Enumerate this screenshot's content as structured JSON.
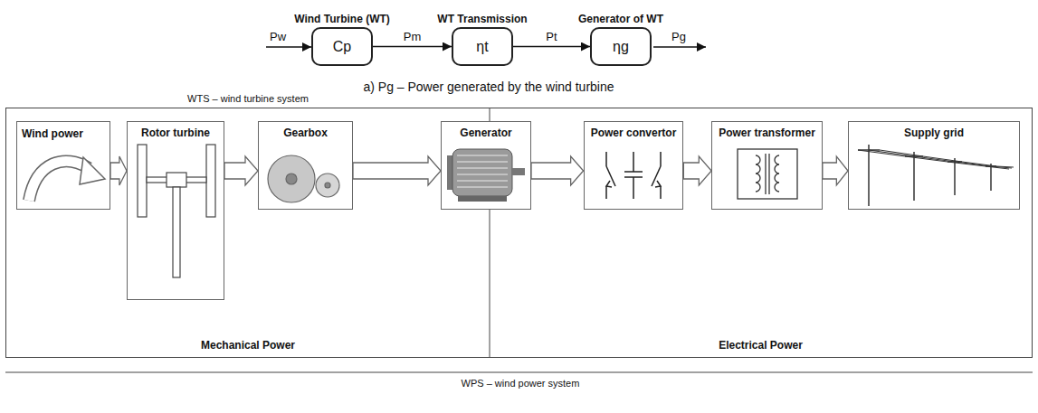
{
  "diagram": {
    "caption": "a) Pg – Power generated by the wind turbine",
    "nodes": [
      {
        "text": [
          "Wind Turbine (WT)",
          "Cp"
        ]
      },
      {
        "text": [
          "WT Transmission",
          "ηt"
        ]
      },
      {
        "text": [
          "Generator of WT",
          "ηg"
        ]
      },
      {
        "text": [
          "WTS – wind turbine system",
          "Mechanical Power"
        ]
      },
      {
        "text": [
          "Wind power"
        ],
        "in": 3
      },
      {
        "text": [
          "Rotor turbine"
        ],
        "in": 3
      },
      {
        "text": [
          "Gearbox"
        ],
        "in": 3
      },
      {
        "text": [
          "Generator"
        ]
      },
      {
        "text": [
          "Electrical Power"
        ]
      },
      {
        "text": [
          "Power convertor"
        ],
        "in": 8
      },
      {
        "text": [
          "Power transformer"
        ],
        "in": 8
      },
      {
        "text": [
          "Supply grid"
        ],
        "in": 8
      }
    ],
    "edges": [
      {
        "from": 0,
        "to": 1,
        "arrow": "to",
        "label": "Pm"
      },
      {
        "from": 1,
        "to": 2,
        "arrow": "to",
        "label": "Pt"
      },
      {
        "from": 4,
        "to": 5,
        "arrow": "to"
      },
      {
        "from": 5,
        "to": 6,
        "arrow": "to"
      },
      {
        "from": 6,
        "to": 7,
        "arrow": "to"
      },
      {
        "from": 7,
        "to": 9,
        "arrow": "to"
      },
      {
        "from": 9,
        "to": 10,
        "arrow": "to"
      },
      {
        "from": 10,
        "to": 11,
        "arrow": "to"
      }
    ],
    "labels": [
      "Pw",
      "Pg",
      "WPS – wind power system"
    ]
  }
}
